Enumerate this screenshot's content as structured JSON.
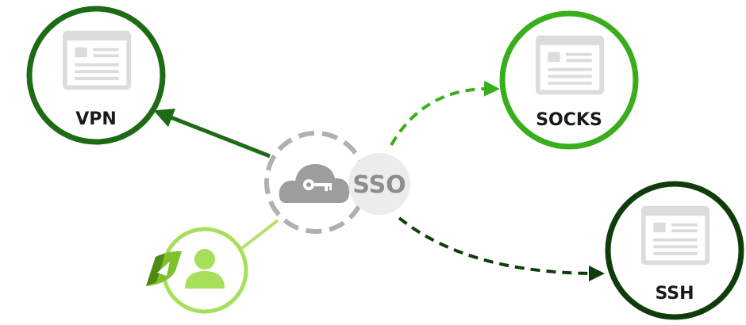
{
  "diagram": {
    "hub": {
      "label": "SSO",
      "icon": "cloud-key-icon"
    },
    "nodes": [
      {
        "id": "vpn",
        "label": "VPN",
        "color": "#1d6b14",
        "icon": "browser-window-icon"
      },
      {
        "id": "socks",
        "label": "SOCKS",
        "color": "#3aad1a",
        "icon": "browser-window-icon"
      },
      {
        "id": "ssh",
        "label": "SSH",
        "color": "#0f3d0a",
        "icon": "browser-window-icon"
      }
    ],
    "user": {
      "icon": "user-icon",
      "badge_icon": "leaf-logo-icon",
      "color": "#a6e05a"
    },
    "colors": {
      "hub_dashed_ring": "#b0b0b0",
      "cloud": "#9d9d9d",
      "sso_badge_bg": "#ececec",
      "browser_icon": "#dcdcdc",
      "connector_user": "#b5e26e"
    }
  }
}
